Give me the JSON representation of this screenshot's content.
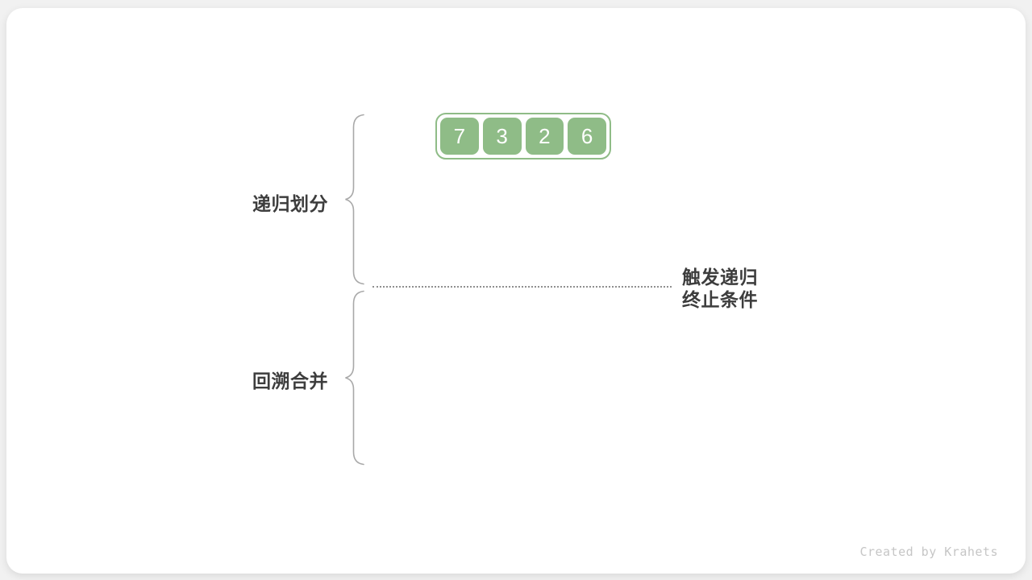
{
  "figure": {
    "array": {
      "values": [
        "7",
        "3",
        "2",
        "6"
      ]
    },
    "labels": {
      "divide_phase": "递归划分",
      "merge_phase": "回溯合并",
      "termination_line1": "触发递归",
      "termination_line2": "终止条件"
    },
    "watermark": "Created by Krahets",
    "colors": {
      "element_green": "#8fbc87",
      "label_text": "#3d3d3d",
      "brace_gray": "#a9a9a9",
      "dotted_line_gray": "#8f8f8f",
      "watermark_gray": "#c6c6c6",
      "card_background": "#ffffff",
      "page_background": "#f1f1f1"
    }
  }
}
